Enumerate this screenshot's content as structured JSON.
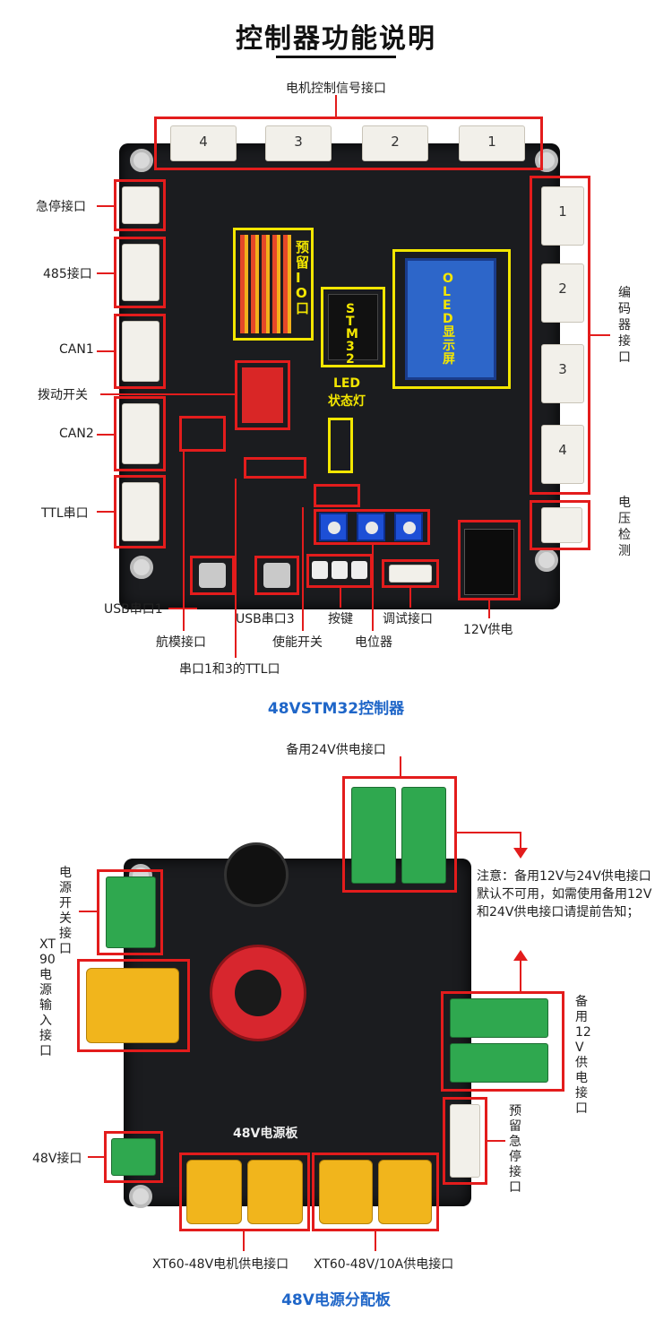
{
  "page_title": "控制器功能说明",
  "controller": {
    "caption": "48VSTM32控制器",
    "motor_label": "电机控制信号接口",
    "motor_ports": [
      "4",
      "3",
      "2",
      "1"
    ],
    "encoder_label": "编码器接口",
    "encoder_ports": [
      "1",
      "2",
      "3",
      "4"
    ],
    "left_labels": {
      "estop": "急停接口",
      "rs485": "485接口",
      "can1": "CAN1",
      "dip": "拨动开关",
      "can2": "CAN2",
      "ttl": "TTL串口"
    },
    "right_labels": {
      "voltage": "电压检测"
    },
    "bottom_labels": {
      "usb1": "USB串口1",
      "usb3": "USB串口3",
      "key": "按键",
      "debug": "调试接口",
      "power12": "12V供电",
      "aero": "航模接口",
      "enable": "使能开关",
      "pot": "电位器",
      "ttl13": "串口1和3的TTL口"
    },
    "board_labels": {
      "reserved_io": "预留IO口",
      "stm32": "STM32",
      "oled": "OLED显示屏",
      "led_line1": "LED",
      "led_line2": "状态灯"
    }
  },
  "power": {
    "caption": "48V电源分配板",
    "top_label": "备用24V供电接口",
    "note": "注意：备用12V与24V供电接口默认不可用，如需使用备用12V和24V供电接口请提前告知；",
    "left_labels": {
      "switch": "电源开关接口",
      "xt90": "XT90电源输入接口",
      "v48": "48V接口"
    },
    "right_labels": {
      "v12": "备用12V供电接口",
      "estop": "预留急停接口"
    },
    "bottom_labels": {
      "xt60_motor": "XT60-48V电机供电接口",
      "xt60_10a": "XT60-48V/10A供电接口"
    },
    "board_text": "48V电源板"
  },
  "colors": {
    "highlight_red": "#e31c1c",
    "highlight_yellow": "#f3e600",
    "caption_blue": "#1f66c8"
  }
}
